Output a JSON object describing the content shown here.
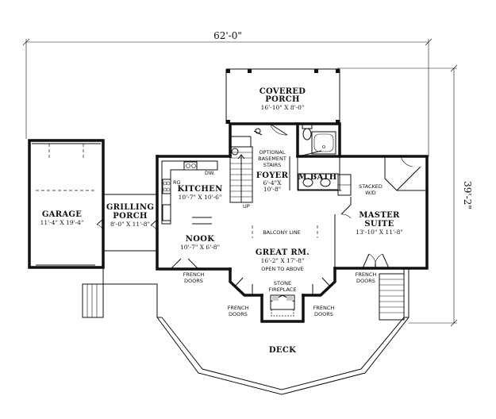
{
  "dimensions": {
    "width": "62'-0\"",
    "depth": "39'-2\""
  },
  "rooms": {
    "covered_porch": {
      "name_1": "COVERED",
      "name_2": "PORCH",
      "size": "16'-10\" X 8'-0\""
    },
    "garage": {
      "name": "GARAGE",
      "size": "11'-4\" X 19'-4\""
    },
    "grilling_porch": {
      "name_1": "GRILLING",
      "name_2": "PORCH",
      "size": "8'-0\" X 11'-8\""
    },
    "kitchen": {
      "name": "KITCHEN",
      "size": "10'-7\" X 10'-6\""
    },
    "nook": {
      "name": "NOOK",
      "size": "10'-7\" X 6'-8\""
    },
    "foyer": {
      "name": "FOYER",
      "size_1": "6'-4\"X",
      "size_2": "10'-8\""
    },
    "mbath": {
      "name": "M.BATH"
    },
    "master_suite": {
      "name_1": "MASTER",
      "name_2": "SUITE",
      "size": "13'-10\" X 11'-8\""
    },
    "great_room": {
      "name": "GREAT RM.",
      "size": "16'-2\" X 17'-8\"",
      "note": "OPEN TO ABOVE"
    },
    "deck": {
      "name": "DECK"
    }
  },
  "labels": {
    "optional_stairs_1": "OPTIONAL",
    "optional_stairs_2": "BASEMENT",
    "optional_stairs_3": "STAIRS",
    "stacked_wd_1": "STACKED",
    "stacked_wd_2": "W/D",
    "balcony_line": "BALCONY LINE",
    "stone_fireplace_1": "STONE",
    "stone_fireplace_2": "FIREPLACE",
    "french_doors_1": "FRENCH",
    "french_doors_2": "DOORS",
    "dw": "DW.",
    "rg": "RG",
    "up": "UP"
  }
}
